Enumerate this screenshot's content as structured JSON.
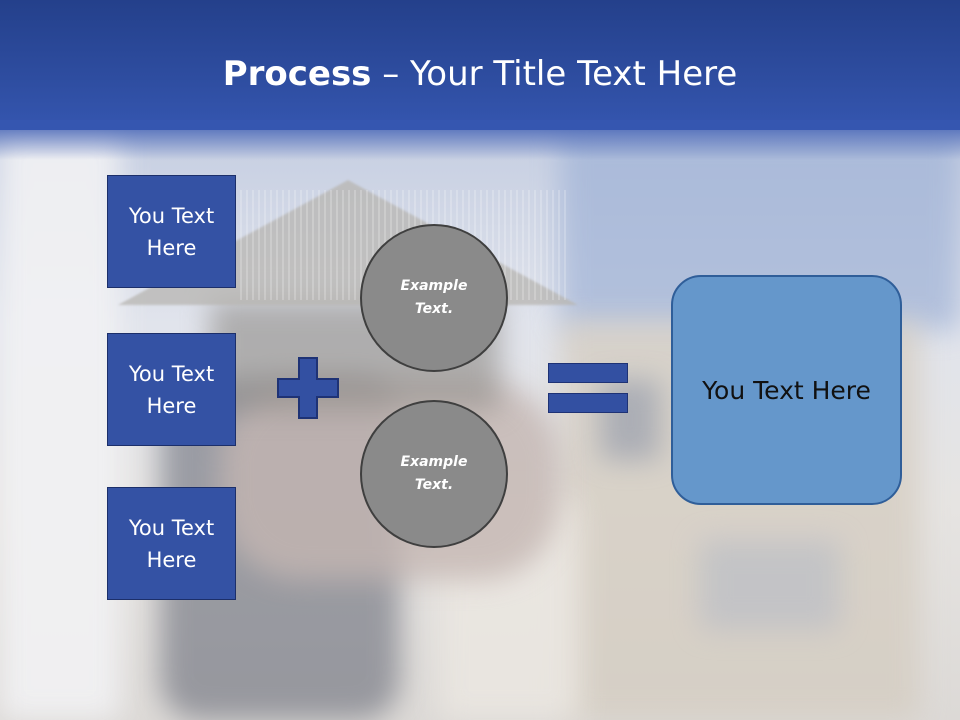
{
  "slide": {
    "title_bold": "Process",
    "title_rest": " – Your Title Text Here",
    "left_boxes": [
      {
        "text": "You Text Here"
      },
      {
        "text": "You Text Here"
      },
      {
        "text": "You Text Here"
      }
    ],
    "circles": [
      {
        "text": "Example Text."
      },
      {
        "text": "Example Text."
      }
    ],
    "result_text": "You Text Here",
    "operators": {
      "plus_icon": "plus-icon",
      "equals_icon": "equals-icon"
    },
    "colors": {
      "header": "#2e4da0",
      "box_fill": "#3452a4",
      "circle_fill": "#8a8a8a",
      "result_fill": "#6597cb"
    }
  }
}
